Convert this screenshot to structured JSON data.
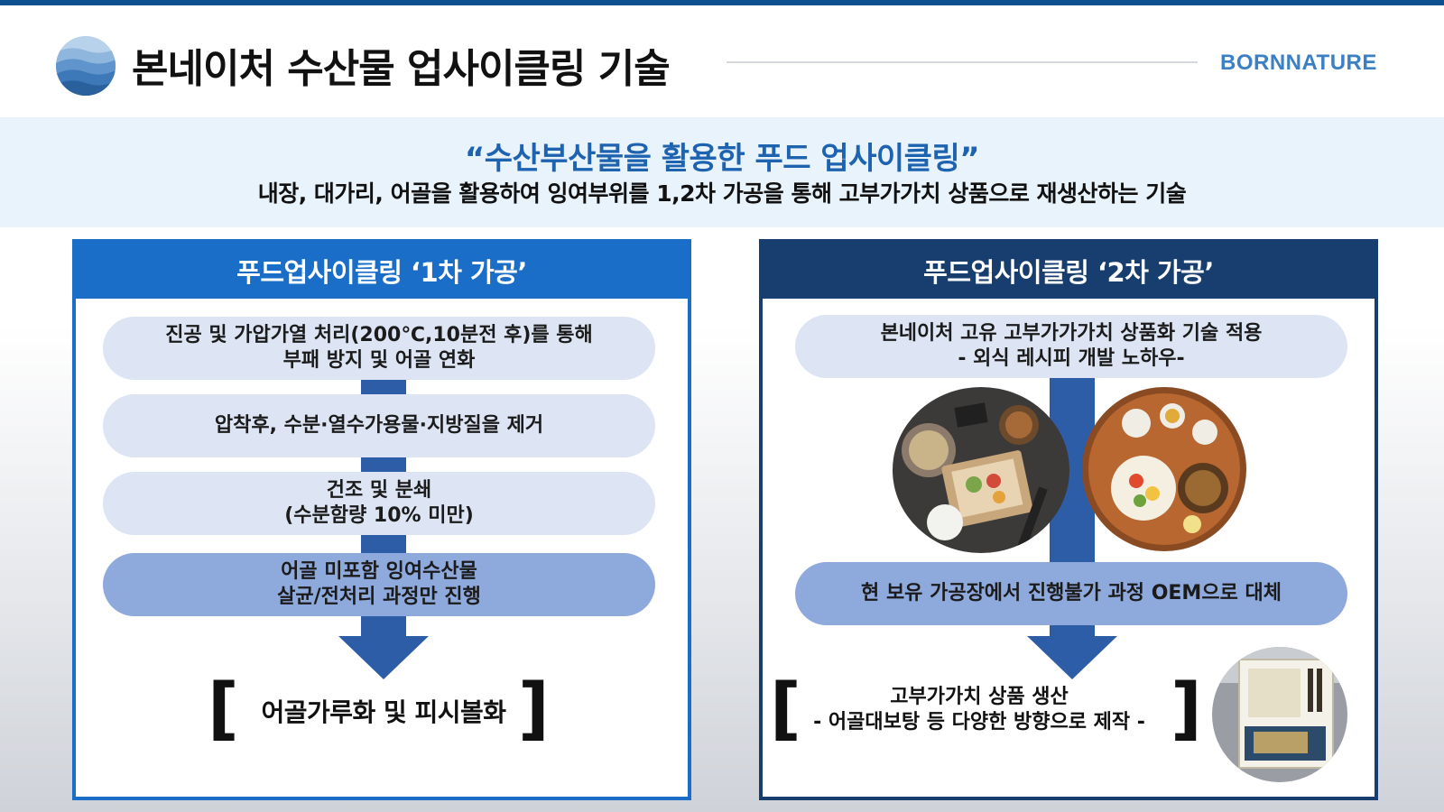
{
  "header": {
    "title": "본네이처 수산물 업사이클링 기술",
    "brand": "BORNNATURE",
    "logo_icon": "wave-logo-icon"
  },
  "banner": {
    "quote": "“수산부산물을 활용한 푸드 업사이클링”",
    "subtitle": "내장, 대가리, 어골을 활용하여 잉여부위를 1,2차 가공을 통해 고부가가치 상품으로 재생산하는 기술"
  },
  "left_panel": {
    "title": "푸드업사이클링 ‘1차 가공’",
    "steps": [
      {
        "line1": "진공 및 가압가열 처리(200℃,10분전 후)를 통해",
        "line2": "부패 방지 및 어골 연화"
      },
      {
        "line1": "압착후, 수분·열수가용물·지방질을  제거",
        "line2": ""
      },
      {
        "line1": "건조 및 분쇄",
        "line2": "(수분함량 10% 미만)"
      },
      {
        "line1": "어골 미포함 잉여수산물",
        "line2": "살균/전처리 과정만 진행"
      }
    ],
    "result": "어골가루화 및 피시볼화",
    "bracket_open": "[",
    "bracket_close": "]"
  },
  "right_panel": {
    "title": "푸드업사이클링 ‘2차 가공’",
    "top_step": {
      "line1": "본네이처 고유 고부가가가치 상품화 기술 적용",
      "line2": "- 외식 레시피 개발 노하우-"
    },
    "bottom_step": "현 보유 가공장에서 진행불가 과정 OEM으로 대체",
    "result_line1": "고부가가치 상품 생산",
    "result_line2": "- 어골대보탕 등 다양한 방향으로 제작 -",
    "bracket_open": "[",
    "bracket_close": "]",
    "images": [
      "food-bento-photo",
      "food-tray-photo",
      "product-box-photo"
    ]
  },
  "colors": {
    "primary_blue": "#1a6ec8",
    "navy": "#173e6e",
    "pill_light": "#dde5f4",
    "pill_dark": "#8ea9dc",
    "arrow": "#2e5da8",
    "brand": "#3b7fc4"
  }
}
